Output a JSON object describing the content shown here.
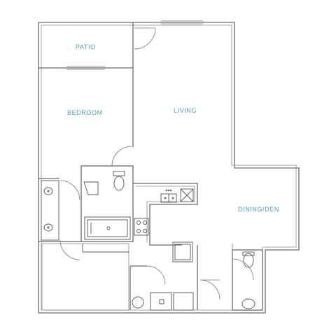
{
  "rooms": {
    "patio": "PATIO",
    "bedroom": "BEDROOM",
    "living": "LIVING",
    "dining": "DINING/DEN"
  },
  "colors": {
    "label": "#4e9bc9",
    "wall": "#6b6b6b"
  }
}
